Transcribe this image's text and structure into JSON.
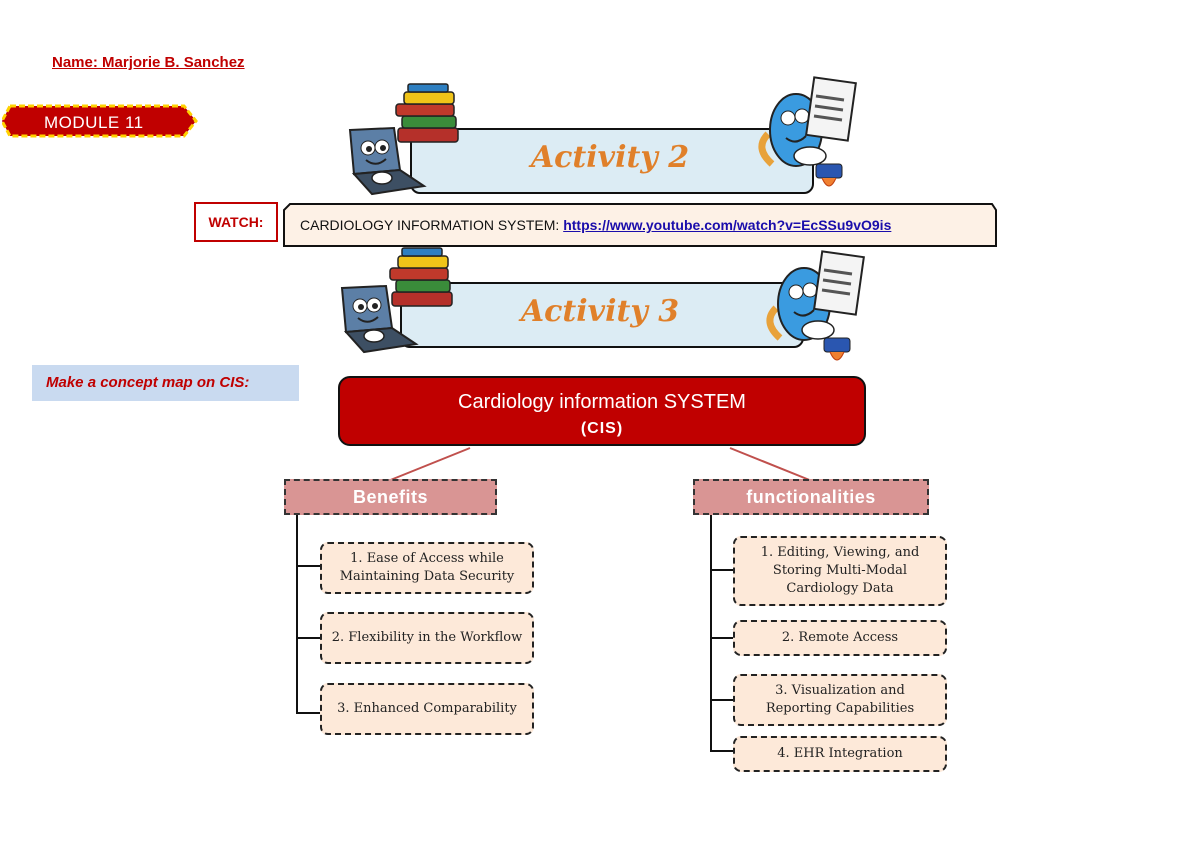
{
  "student": {
    "name": "Name: Marjorie B. Sanchez"
  },
  "module": {
    "label": "MODULE 11"
  },
  "activity2": {
    "title": "Activity 2"
  },
  "watch": {
    "label": "WATCH:",
    "text": "CARDIOLOGY INFORMATION SYSTEM: ",
    "link": "https://www.youtube.com/watch?v=EcSSu9vO9is"
  },
  "activity3": {
    "title": "Activity 3"
  },
  "instruction": {
    "text": "Make a concept map on CIS:"
  },
  "concept_map": {
    "title": "Cardiology information SYSTEM",
    "subtitle": "(CIS)",
    "benefits": {
      "label": "Benefits",
      "items": [
        "1. Ease of Access while Maintaining Data Security",
        "2. Flexibility in the Workflow",
        "3. Enhanced Comparability"
      ]
    },
    "functionalities": {
      "label": "functionalities",
      "items": [
        "1. Editing, Viewing, and Storing Multi-Modal Cardiology Data",
        "2. Remote Access",
        "3. Visualization and Reporting Capabilities",
        "4. EHR Integration"
      ]
    }
  },
  "colors": {
    "accent_red": "#c00000",
    "category_fill": "#d99594",
    "item_fill": "#fde9d9",
    "banner_fill": "#dcecf4",
    "activity_orange": "#e0802a"
  }
}
